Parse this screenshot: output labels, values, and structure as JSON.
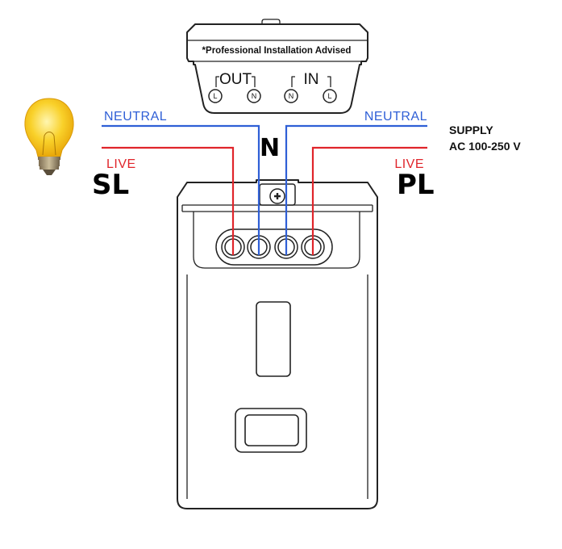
{
  "notice": "*Professional Installation Advised",
  "terminal_block": {
    "out_label": "OUT",
    "in_label": "IN",
    "terminals": [
      "L",
      "N",
      "N",
      "L"
    ]
  },
  "wires": {
    "left_neutral": "NEUTRAL",
    "left_live": "LIVE",
    "right_neutral": "NEUTRAL",
    "right_live": "LIVE"
  },
  "supply": {
    "line1": "SUPPLY",
    "line2": "AC 100-250 V"
  },
  "handwritten": {
    "switched_live": "SL",
    "neutral": "N",
    "permanent_live": "PL"
  },
  "colors": {
    "neutral_wire": "#2f5fd6",
    "live_wire": "#e0252b",
    "bulb_glass": "#f7c21a",
    "bulb_base": "#9a8a6a"
  },
  "icons": {
    "bulb": "light-bulb-icon",
    "screw": "screw-icon"
  }
}
